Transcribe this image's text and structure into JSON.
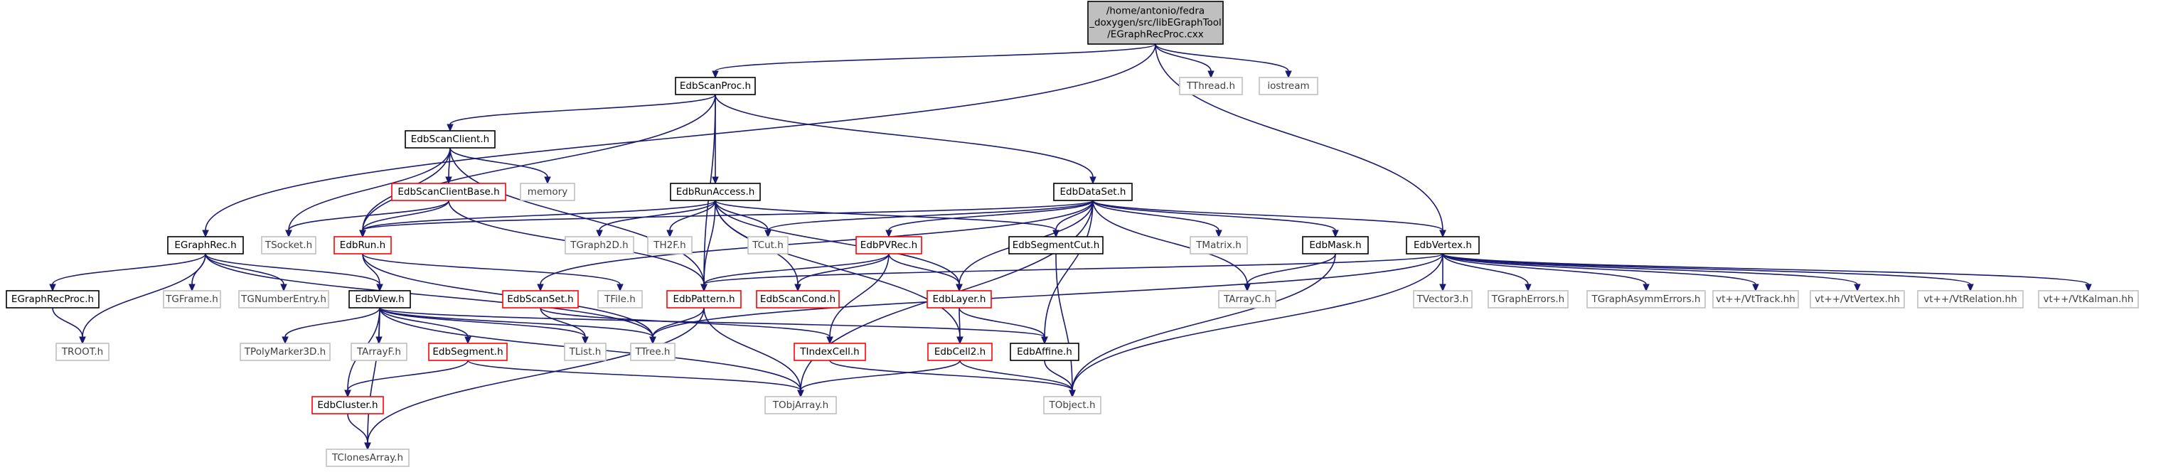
{
  "colors": {
    "edge": "#191970",
    "root_fill": "#bfbfbf",
    "root_border": "#000000",
    "documented_border": "#000000",
    "truncated_border": "#ff0000",
    "external_border": "#bfbfbf",
    "external_text": "#404040",
    "text": "#000000"
  },
  "nodes": {
    "root": {
      "lines": [
        "/home/antonio/fedra",
        "_doxygen/src/libEGraphTool",
        "/EGraphRecProc.cxx"
      ],
      "kind": "root"
    },
    "EdbScanProc": {
      "lines": [
        "EdbScanProc.h"
      ],
      "kind": "documented"
    },
    "TThread": {
      "lines": [
        "TThread.h"
      ],
      "kind": "external"
    },
    "iostream": {
      "lines": [
        "iostream"
      ],
      "kind": "external"
    },
    "EdbScanClient": {
      "lines": [
        "EdbScanClient.h"
      ],
      "kind": "documented"
    },
    "memory": {
      "lines": [
        "memory"
      ],
      "kind": "external"
    },
    "EdbScanClientBase": {
      "lines": [
        "EdbScanClientBase.h"
      ],
      "kind": "truncated"
    },
    "EdbRunAccess": {
      "lines": [
        "EdbRunAccess.h"
      ],
      "kind": "documented"
    },
    "EdbDataSet": {
      "lines": [
        "EdbDataSet.h"
      ],
      "kind": "documented"
    },
    "EGraphRec": {
      "lines": [
        "EGraphRec.h"
      ],
      "kind": "documented"
    },
    "TSocket": {
      "lines": [
        "TSocket.h"
      ],
      "kind": "external"
    },
    "EdbRun": {
      "lines": [
        "EdbRun.h"
      ],
      "kind": "truncated"
    },
    "TGraph2D": {
      "lines": [
        "TGraph2D.h"
      ],
      "kind": "external"
    },
    "TH2F": {
      "lines": [
        "TH2F.h"
      ],
      "kind": "external"
    },
    "TCut": {
      "lines": [
        "TCut.h"
      ],
      "kind": "external"
    },
    "EdbPVRec": {
      "lines": [
        "EdbPVRec.h"
      ],
      "kind": "truncated"
    },
    "EdbSegmentCut": {
      "lines": [
        "EdbSegmentCut.h"
      ],
      "kind": "documented"
    },
    "TMatrix": {
      "lines": [
        "TMatrix.h"
      ],
      "kind": "external"
    },
    "EdbMask": {
      "lines": [
        "EdbMask.h"
      ],
      "kind": "documented"
    },
    "EdbVertex": {
      "lines": [
        "EdbVertex.h"
      ],
      "kind": "documented"
    },
    "EGraphRecProc": {
      "lines": [
        "EGraphRecProc.h"
      ],
      "kind": "documented"
    },
    "TGFrame": {
      "lines": [
        "TGFrame.h"
      ],
      "kind": "external"
    },
    "TGNumberEntry": {
      "lines": [
        "TGNumberEntry.h"
      ],
      "kind": "external"
    },
    "EdbView": {
      "lines": [
        "EdbView.h"
      ],
      "kind": "documented"
    },
    "EdbScanSet": {
      "lines": [
        "EdbScanSet.h"
      ],
      "kind": "truncated"
    },
    "TFile": {
      "lines": [
        "TFile.h"
      ],
      "kind": "external"
    },
    "EdbPattern": {
      "lines": [
        "EdbPattern.h"
      ],
      "kind": "truncated"
    },
    "EdbScanCond": {
      "lines": [
        "EdbScanCond.h"
      ],
      "kind": "truncated"
    },
    "EdbLayer": {
      "lines": [
        "EdbLayer.h"
      ],
      "kind": "truncated"
    },
    "TArrayC": {
      "lines": [
        "TArrayC.h"
      ],
      "kind": "external"
    },
    "TVector3": {
      "lines": [
        "TVector3.h"
      ],
      "kind": "external"
    },
    "TGraphErrors": {
      "lines": [
        "TGraphErrors.h"
      ],
      "kind": "external"
    },
    "TGraphAsymmErrors": {
      "lines": [
        "TGraphAsymmErrors.h"
      ],
      "kind": "external"
    },
    "VtTrack": {
      "lines": [
        "vt++/VtTrack.hh"
      ],
      "kind": "external"
    },
    "VtVertex": {
      "lines": [
        "vt++/VtVertex.hh"
      ],
      "kind": "external"
    },
    "VtRelation": {
      "lines": [
        "vt++/VtRelation.hh"
      ],
      "kind": "external"
    },
    "VtKalman": {
      "lines": [
        "vt++/VtKalman.hh"
      ],
      "kind": "external"
    },
    "TROOT": {
      "lines": [
        "TROOT.h"
      ],
      "kind": "external"
    },
    "TPolyMarker3D": {
      "lines": [
        "TPolyMarker3D.h"
      ],
      "kind": "external"
    },
    "TArrayF": {
      "lines": [
        "TArrayF.h"
      ],
      "kind": "external"
    },
    "EdbSegment": {
      "lines": [
        "EdbSegment.h"
      ],
      "kind": "truncated"
    },
    "TList": {
      "lines": [
        "TList.h"
      ],
      "kind": "external"
    },
    "TTree": {
      "lines": [
        "TTree.h"
      ],
      "kind": "external"
    },
    "TIndexCell": {
      "lines": [
        "TIndexCell.h"
      ],
      "kind": "truncated"
    },
    "EdbCell2": {
      "lines": [
        "EdbCell2.h"
      ],
      "kind": "truncated"
    },
    "EdbAffine": {
      "lines": [
        "EdbAffine.h"
      ],
      "kind": "documented"
    },
    "EdbCluster": {
      "lines": [
        "EdbCluster.h"
      ],
      "kind": "truncated"
    },
    "TObjArray": {
      "lines": [
        "TObjArray.h"
      ],
      "kind": "external"
    },
    "TObject": {
      "lines": [
        "TObject.h"
      ],
      "kind": "external"
    },
    "TClonesArray": {
      "lines": [
        "TClonesArray.h"
      ],
      "kind": "external"
    }
  },
  "edges": [
    [
      "root",
      "EdbScanProc"
    ],
    [
      "root",
      "TThread"
    ],
    [
      "root",
      "iostream"
    ],
    [
      "root",
      "EGraphRec"
    ],
    [
      "root",
      "EdbVertex"
    ],
    [
      "EdbScanProc",
      "EdbScanClient"
    ],
    [
      "EdbScanProc",
      "EdbRunAccess"
    ],
    [
      "EdbScanProc",
      "EdbDataSet"
    ],
    [
      "EdbScanProc",
      "EdbRun"
    ],
    [
      "EdbScanProc",
      "EdbPattern"
    ],
    [
      "EdbScanClient",
      "memory"
    ],
    [
      "EdbScanClient",
      "EdbScanClientBase"
    ],
    [
      "EdbScanClient",
      "TSocket"
    ],
    [
      "EdbScanClient",
      "EdbRun"
    ],
    [
      "EdbScanClient",
      "EdbPattern"
    ],
    [
      "EdbScanClientBase",
      "TSocket"
    ],
    [
      "EdbScanClientBase",
      "EdbRun"
    ],
    [
      "EdbScanClientBase",
      "EdbPattern"
    ],
    [
      "EdbRunAccess",
      "EdbRun"
    ],
    [
      "EdbRunAccess",
      "TGraph2D"
    ],
    [
      "EdbRunAccess",
      "TH2F"
    ],
    [
      "EdbRunAccess",
      "TCut"
    ],
    [
      "EdbRunAccess",
      "EdbSegmentCut"
    ],
    [
      "EdbRunAccess",
      "EdbScanCond"
    ],
    [
      "EdbRunAccess",
      "EdbLayer"
    ],
    [
      "EdbRunAccess",
      "EdbPattern"
    ],
    [
      "EdbRunAccess",
      "EdbCell2"
    ],
    [
      "EdbDataSet",
      "EdbRun"
    ],
    [
      "EdbDataSet",
      "TCut"
    ],
    [
      "EdbDataSet",
      "EdbPVRec"
    ],
    [
      "EdbDataSet",
      "EdbSegmentCut"
    ],
    [
      "EdbDataSet",
      "TMatrix"
    ],
    [
      "EdbDataSet",
      "EdbMask"
    ],
    [
      "EdbDataSet",
      "EdbVertex"
    ],
    [
      "EdbDataSet",
      "EdbScanSet"
    ],
    [
      "EdbDataSet",
      "EdbLayer"
    ],
    [
      "EdbDataSet",
      "TArrayC"
    ],
    [
      "EdbDataSet",
      "EdbAffine"
    ],
    [
      "EdbDataSet",
      "TObjArray"
    ],
    [
      "EGraphRec",
      "EGraphRecProc"
    ],
    [
      "EGraphRec",
      "TGFrame"
    ],
    [
      "EGraphRec",
      "TGNumberEntry"
    ],
    [
      "EGraphRec",
      "EdbView"
    ],
    [
      "EGraphRec",
      "TROOT"
    ],
    [
      "EGraphRec",
      "TTree"
    ],
    [
      "EGraphRecProc",
      "TROOT"
    ],
    [
      "EdbRun",
      "EdbView"
    ],
    [
      "EdbRun",
      "TFile"
    ],
    [
      "EdbRun",
      "TTree"
    ],
    [
      "EdbView",
      "TPolyMarker3D"
    ],
    [
      "EdbView",
      "TArrayF"
    ],
    [
      "EdbView",
      "EdbSegment"
    ],
    [
      "EdbView",
      "TList"
    ],
    [
      "EdbView",
      "TTree"
    ],
    [
      "EdbView",
      "EdbAffine"
    ],
    [
      "EdbView",
      "EdbCluster"
    ],
    [
      "EdbView",
      "TObjArray"
    ],
    [
      "EdbView",
      "TClonesArray"
    ],
    [
      "EdbPVRec",
      "EdbPattern"
    ],
    [
      "EdbPVRec",
      "EdbScanCond"
    ],
    [
      "EdbPVRec",
      "EdbLayer"
    ],
    [
      "EdbPVRec",
      "TIndexCell"
    ],
    [
      "EdbSegmentCut",
      "TObject"
    ],
    [
      "EdbMask",
      "TArrayC"
    ],
    [
      "EdbMask",
      "TObject"
    ],
    [
      "EdbVertex",
      "EdbPattern"
    ],
    [
      "EdbVertex",
      "TVector3"
    ],
    [
      "EdbVertex",
      "TGraphErrors"
    ],
    [
      "EdbVertex",
      "TGraphAsymmErrors"
    ],
    [
      "EdbVertex",
      "VtTrack"
    ],
    [
      "EdbVertex",
      "VtVertex"
    ],
    [
      "EdbVertex",
      "VtRelation"
    ],
    [
      "EdbVertex",
      "VtKalman"
    ],
    [
      "EdbVertex",
      "TTree"
    ],
    [
      "EdbVertex",
      "TObject"
    ],
    [
      "EdbScanSet",
      "TList"
    ],
    [
      "EdbScanSet",
      "TIndexCell"
    ],
    [
      "EdbPattern",
      "TTree"
    ],
    [
      "EdbPattern",
      "TObjArray"
    ],
    [
      "EdbPattern",
      "TClonesArray"
    ],
    [
      "EdbLayer",
      "EdbCell2"
    ],
    [
      "EdbLayer",
      "EdbAffine"
    ],
    [
      "EdbSegment",
      "EdbCluster"
    ],
    [
      "EdbSegment",
      "TObjArray"
    ],
    [
      "TIndexCell",
      "TObject"
    ],
    [
      "EdbCell2",
      "TObjArray"
    ],
    [
      "EdbCell2",
      "TObject"
    ],
    [
      "EdbAffine",
      "TObject"
    ],
    [
      "EdbCluster",
      "TClonesArray"
    ]
  ]
}
